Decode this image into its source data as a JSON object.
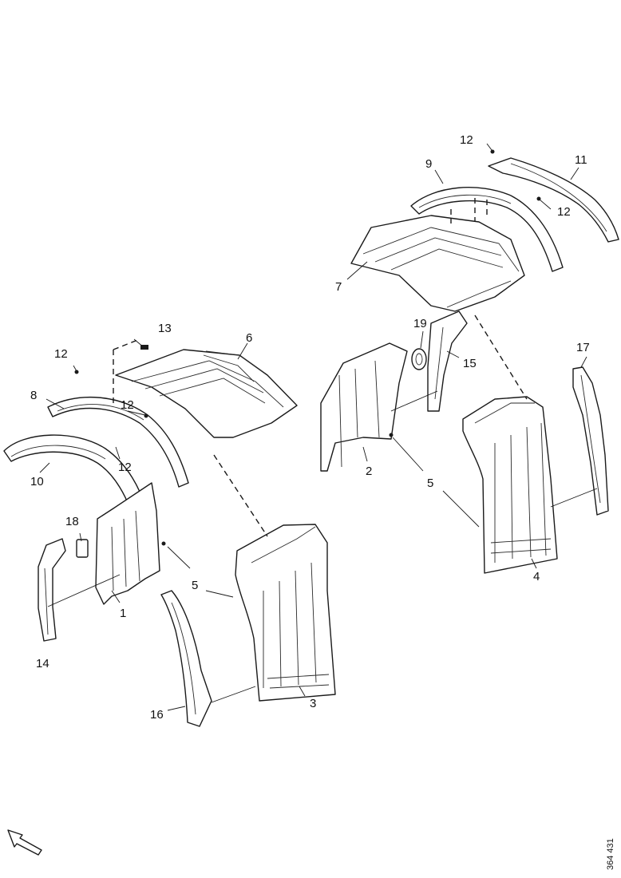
{
  "document_id": "364 431",
  "callouts": {
    "c1": "1",
    "c2": "2",
    "c3": "3",
    "c4": "4",
    "c5a": "5",
    "c5b": "5",
    "c6": "6",
    "c7": "7",
    "c8": "8",
    "c9": "9",
    "c10": "10",
    "c11": "11",
    "c12a": "12",
    "c12b": "12",
    "c12c": "12",
    "c12d": "12",
    "c12e": "12",
    "c13": "13",
    "c14": "14",
    "c15": "15",
    "c16": "16",
    "c17": "17",
    "c18": "18",
    "c19": "19"
  },
  "icons": {
    "direction": "direction-arrow-icon"
  }
}
